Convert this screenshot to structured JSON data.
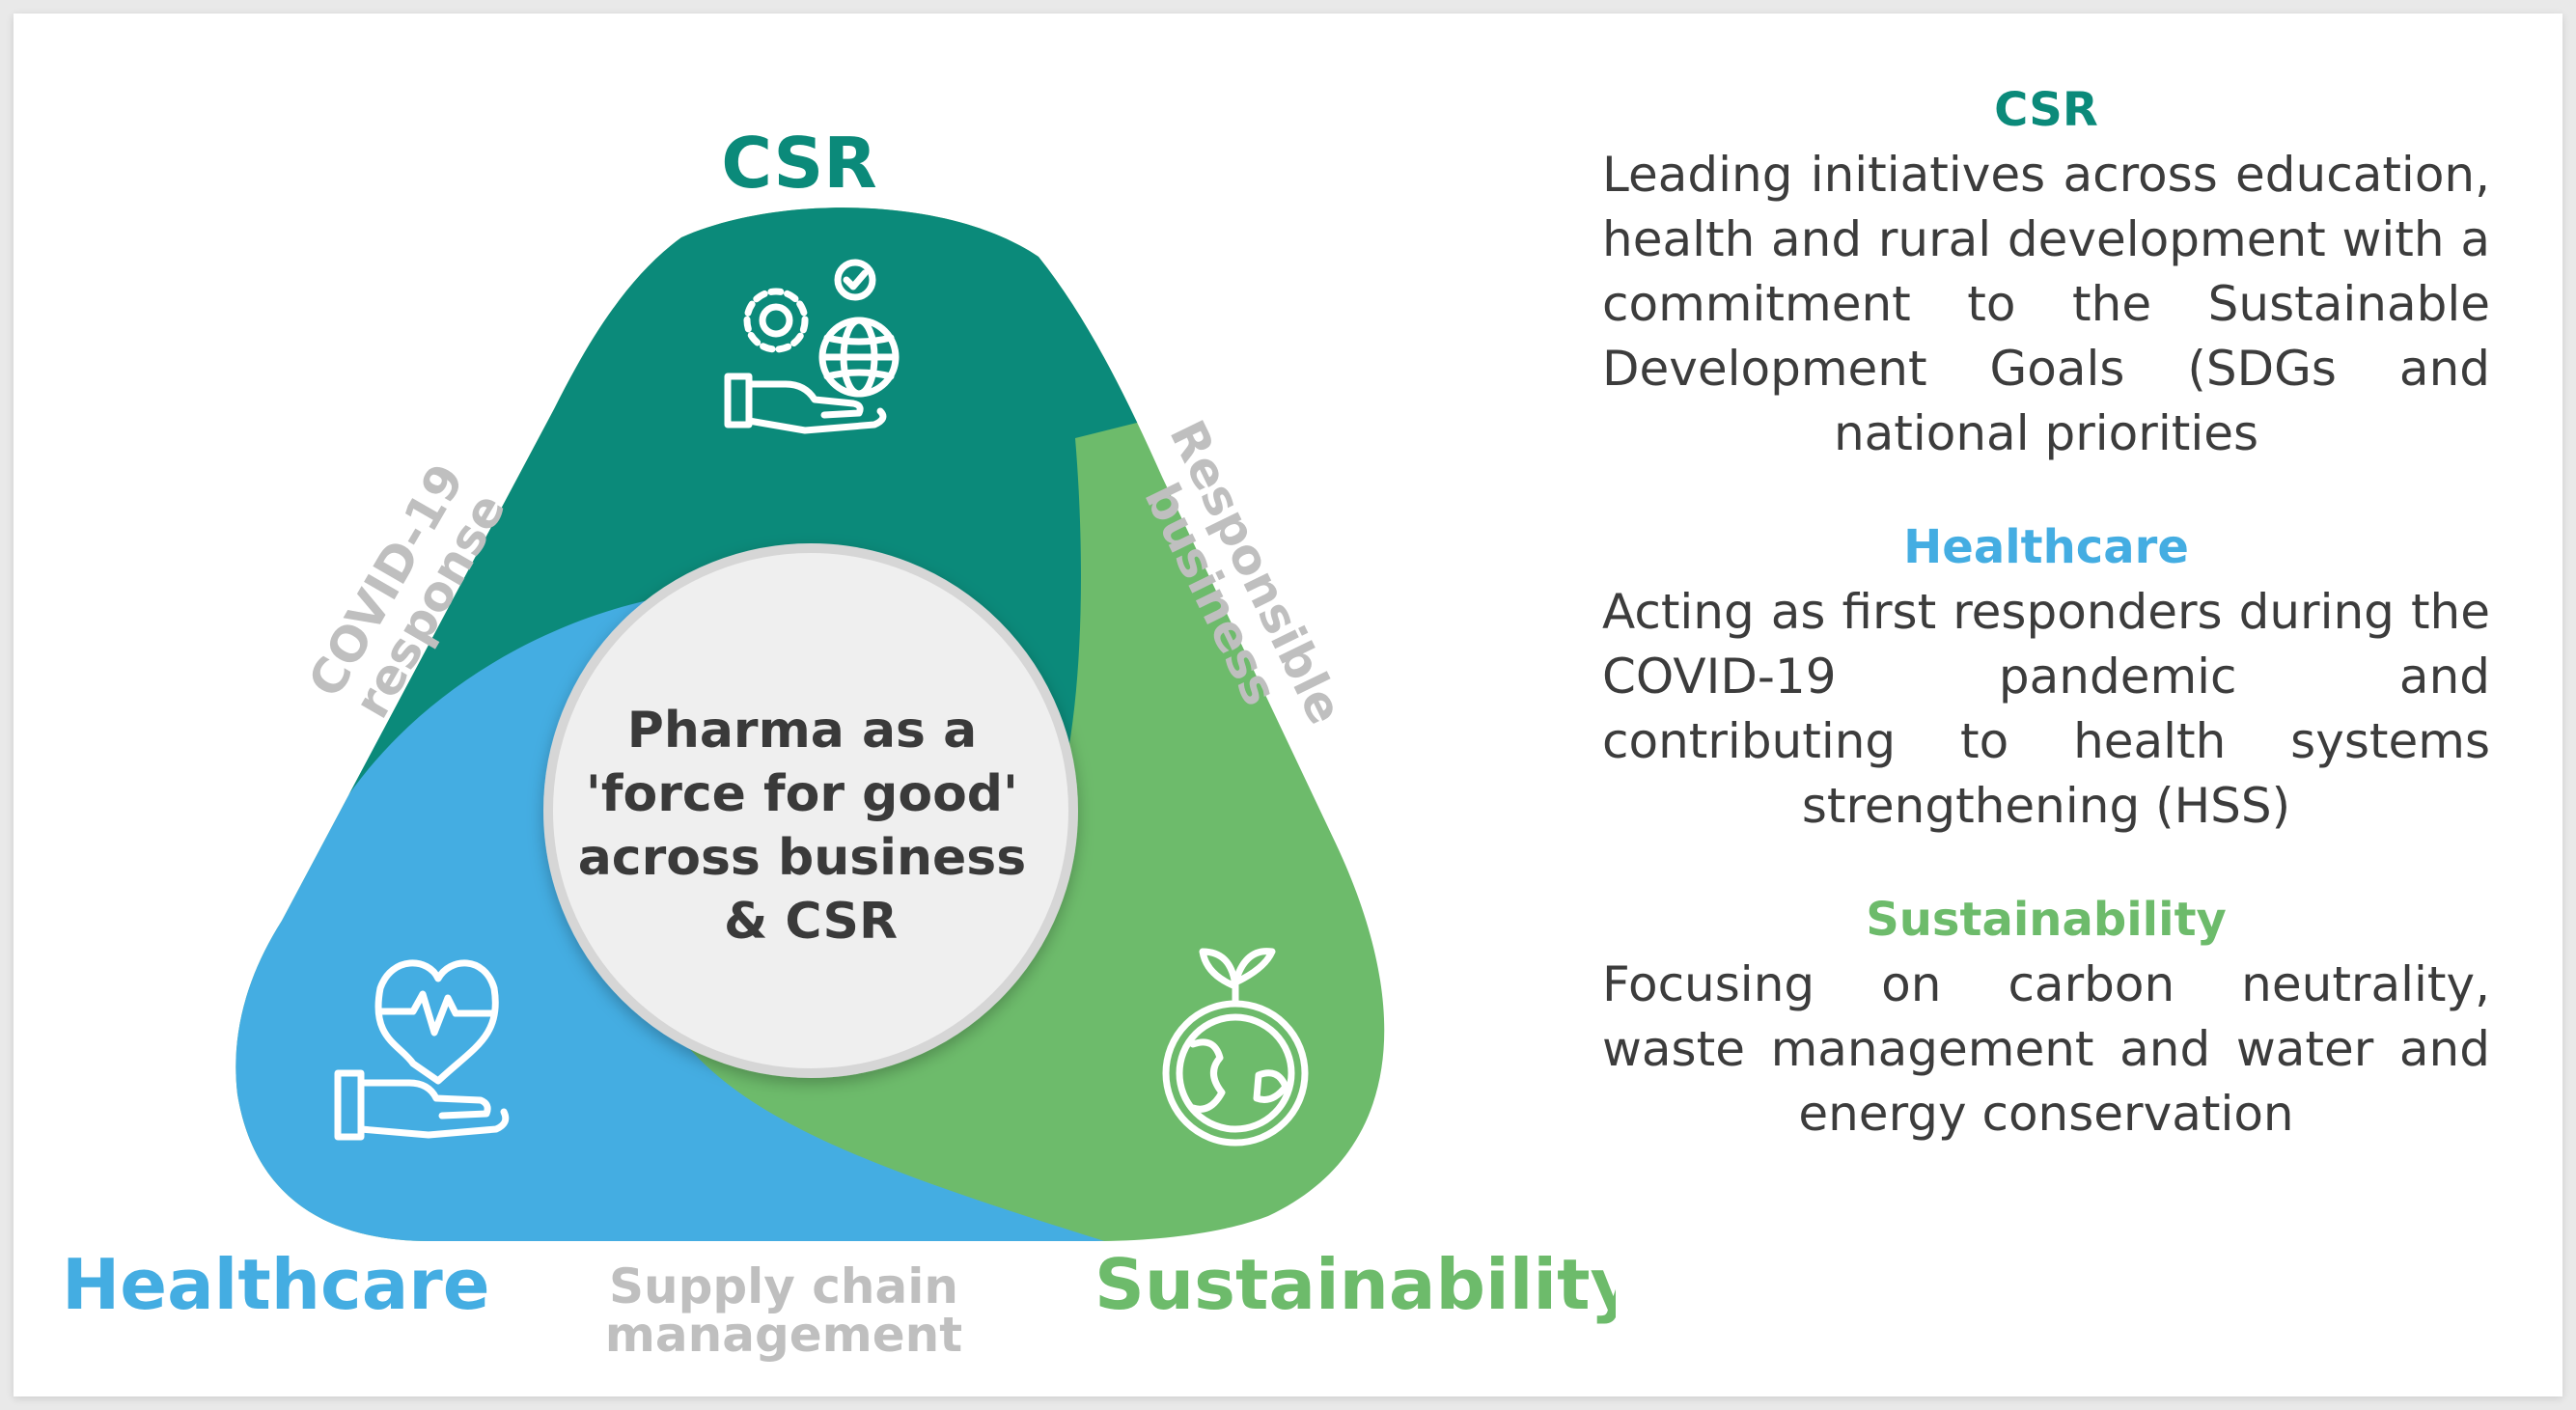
{
  "colors": {
    "csr": "#0b8a7a",
    "healthcare": "#44ade2",
    "sustainability": "#6dbb6b",
    "side_label": "#bfbfbf",
    "center_text": "#3a3a3a"
  },
  "diagram": {
    "top_label": "CSR",
    "left_label": "Healthcare",
    "right_label": "Sustainability",
    "center_lines": [
      "Pharma as a",
      "'force for good'",
      "across business",
      "& CSR"
    ],
    "side_left": [
      "COVID-19",
      "response"
    ],
    "side_right": [
      "Responsible",
      "business"
    ],
    "side_bottom": [
      "Supply chain",
      "management"
    ],
    "icons": [
      "hand-globe-gear-icon",
      "hand-heart-icon",
      "globe-leaf-icon"
    ]
  },
  "panel": {
    "sections": [
      {
        "title": "CSR",
        "text": "Leading initiatives across education, health and rural development with a commitment to the Sustainable Development Goals (SDGs and national priorities"
      },
      {
        "title": "Healthcare",
        "text": "Acting as first responders during the COVID-19 pandemic and contributing to health systems strengthening (HSS)"
      },
      {
        "title": "Sustainability",
        "text": "Focusing on carbon neutrality, waste management and water and energy conservation"
      }
    ]
  }
}
